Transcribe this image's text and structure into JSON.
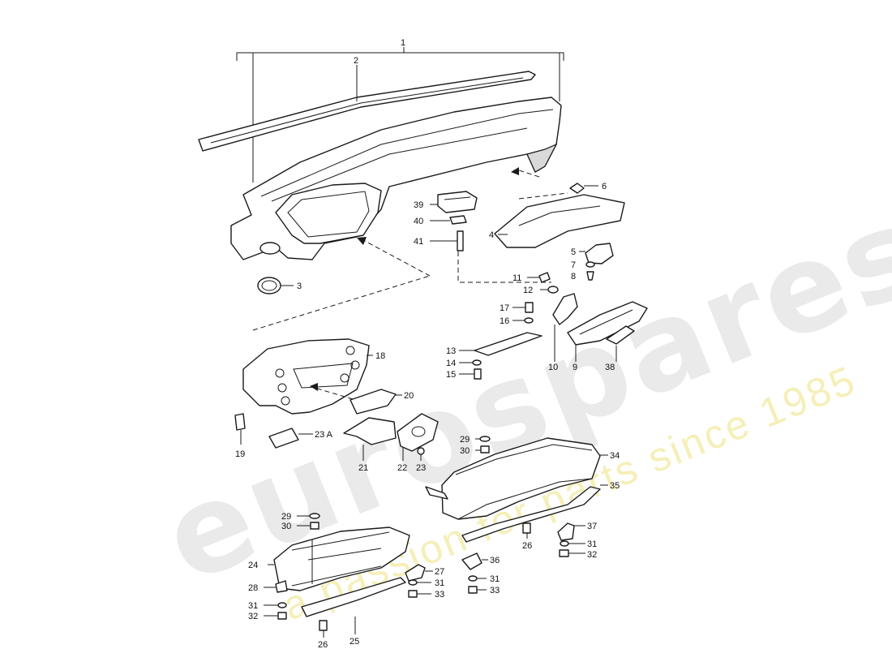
{
  "watermark": {
    "brand": "eurospares",
    "tagline": "a passion for parts since 1985",
    "brand_color": "#d8d8d8",
    "tagline_color": "#f2eaa0"
  },
  "callouts": {
    "c1": "1",
    "c2": "2",
    "c3": "3",
    "c4": "4",
    "c5": "5",
    "c6": "6",
    "c7": "7",
    "c8": "8",
    "c9": "9",
    "c10": "10",
    "c11": "11",
    "c12": "12",
    "c13": "13",
    "c14": "14",
    "c15": "15",
    "c16": "16",
    "c17": "17",
    "c18": "18",
    "c19": "19",
    "c20": "20",
    "c21": "21",
    "c22": "22",
    "c23": "23",
    "c23a": "23 A",
    "c24": "24",
    "c25": "25",
    "c26_left": "26",
    "c26_right": "26",
    "c27": "27",
    "c28": "28",
    "c29_left": "29",
    "c29_right": "29",
    "c30_left": "30",
    "c30_right": "30",
    "c31_a": "31",
    "c31_b": "31",
    "c31_c": "31",
    "c31_d": "31",
    "c32_left": "32",
    "c32_right": "32",
    "c33_left": "33",
    "c33_right": "33",
    "c34": "34",
    "c35": "35",
    "c36": "36",
    "c37": "37",
    "c38": "38",
    "c39": "39",
    "c40": "40",
    "c41": "41"
  }
}
